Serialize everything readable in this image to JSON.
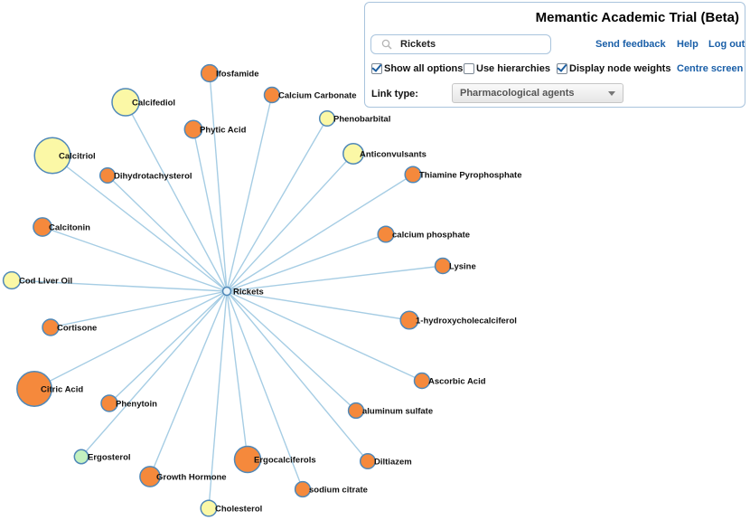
{
  "header": {
    "title": "Memantic Academic Trial (Beta)",
    "links": {
      "feedback": "Send feedback",
      "help": "Help",
      "logout": "Log out",
      "centre": "Centre screen"
    }
  },
  "search": {
    "value": "Rickets",
    "icon": "search-icon"
  },
  "options": {
    "show_all": {
      "label": "Show all options",
      "checked": true
    },
    "hierarchies": {
      "label": "Use hierarchies",
      "checked": false
    },
    "weights": {
      "label": "Display node weights",
      "checked": true
    }
  },
  "link_type": {
    "label": "Link type:",
    "selected": "Pharmacological agents"
  },
  "colors": {
    "edge": "#a6cde4",
    "node_stroke": "#4f88b8",
    "orange": "#f5893c",
    "yellow": "#fbf8a6",
    "green": "#c4f1bf",
    "center": "#eaf4fb"
  },
  "graph": {
    "center": {
      "label": "Rickets"
    },
    "nodes": [
      {
        "label": "Ifosfamide",
        "weight": 3,
        "type": "orange"
      },
      {
        "label": "Calcium Carbonate",
        "weight": 2.2,
        "type": "orange"
      },
      {
        "label": "Phenobarbital",
        "weight": 2,
        "type": "yellow"
      },
      {
        "label": "Calcifediol",
        "weight": 7.8,
        "type": "yellow"
      },
      {
        "label": "Phytic Acid",
        "weight": 3.2,
        "type": "orange"
      },
      {
        "label": "Anticonvulsants",
        "weight": 4.5,
        "type": "yellow"
      },
      {
        "label": "Calcitriol",
        "weight": 12,
        "type": "yellow"
      },
      {
        "label": "Dihydrotachysterol",
        "weight": 2,
        "type": "orange"
      },
      {
        "label": "Thiamine Pyrophosphate",
        "weight": 2.4,
        "type": "orange"
      },
      {
        "label": "Calcitonin",
        "weight": 3.6,
        "type": "orange"
      },
      {
        "label": "calcium phosphate",
        "weight": 2.4,
        "type": "orange"
      },
      {
        "label": "Lysine",
        "weight": 2.2,
        "type": "orange"
      },
      {
        "label": "Cod Liver Oil",
        "weight": 3,
        "type": "yellow"
      },
      {
        "label": "1-hydroxycholecalciferol",
        "weight": 3.3,
        "type": "orange"
      },
      {
        "label": "Cortisone",
        "weight": 2.6,
        "type": "orange"
      },
      {
        "label": "Ascorbic Acid",
        "weight": 2.2,
        "type": "orange"
      },
      {
        "label": "Citric Acid",
        "weight": 11.5,
        "type": "orange"
      },
      {
        "label": "Phenytoin",
        "weight": 2.6,
        "type": "orange"
      },
      {
        "label": "aluminum sulfate",
        "weight": 2.1,
        "type": "orange"
      },
      {
        "label": "Ergosterol",
        "weight": 1.5,
        "type": "green"
      },
      {
        "label": "Ergocalciferols",
        "weight": 7.4,
        "type": "orange"
      },
      {
        "label": "Diltiazem",
        "weight": 2,
        "type": "orange"
      },
      {
        "label": "Growth Hormone",
        "weight": 4.4,
        "type": "orange"
      },
      {
        "label": "sodium citrate",
        "weight": 2.1,
        "type": "orange"
      },
      {
        "label": "Cholesterol",
        "weight": 2.4,
        "type": "yellow"
      }
    ]
  }
}
